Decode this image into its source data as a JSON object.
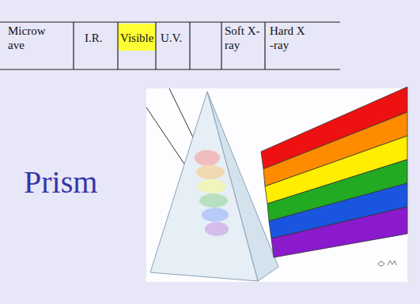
{
  "diagram": {
    "title": "Prism",
    "labels": [
      "Microwave",
      "I.R.",
      "Visible",
      "U.V.",
      "Soft X-ray",
      "Hard X-ray"
    ]
  }
}
